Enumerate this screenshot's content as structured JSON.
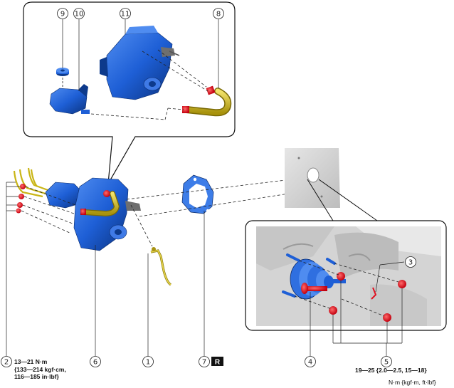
{
  "callouts": {
    "c1": "1",
    "c2": "2",
    "c3": "3",
    "c4": "4",
    "c5": "5",
    "c6": "6",
    "c7": "7",
    "c8": "8",
    "c9": "9",
    "c10": "10",
    "c11": "11"
  },
  "replace_badge": "R",
  "torque_left": {
    "line1": "13—21 N·m",
    "line2": "{133—214 kgf·cm,",
    "line3": "116—185 in·lbf}"
  },
  "torque_right": "19—25 {2.0—2.5, 15—18}",
  "unit_note": "N·m {kgf·m, ft·lbf}",
  "colors": {
    "component_blue": "#1e5fd6",
    "component_dark": "#0d3a8c",
    "hose_yellow": "#d8c21a",
    "bolt_red": "#e01020",
    "panel_gray": "#d9d9d9"
  }
}
